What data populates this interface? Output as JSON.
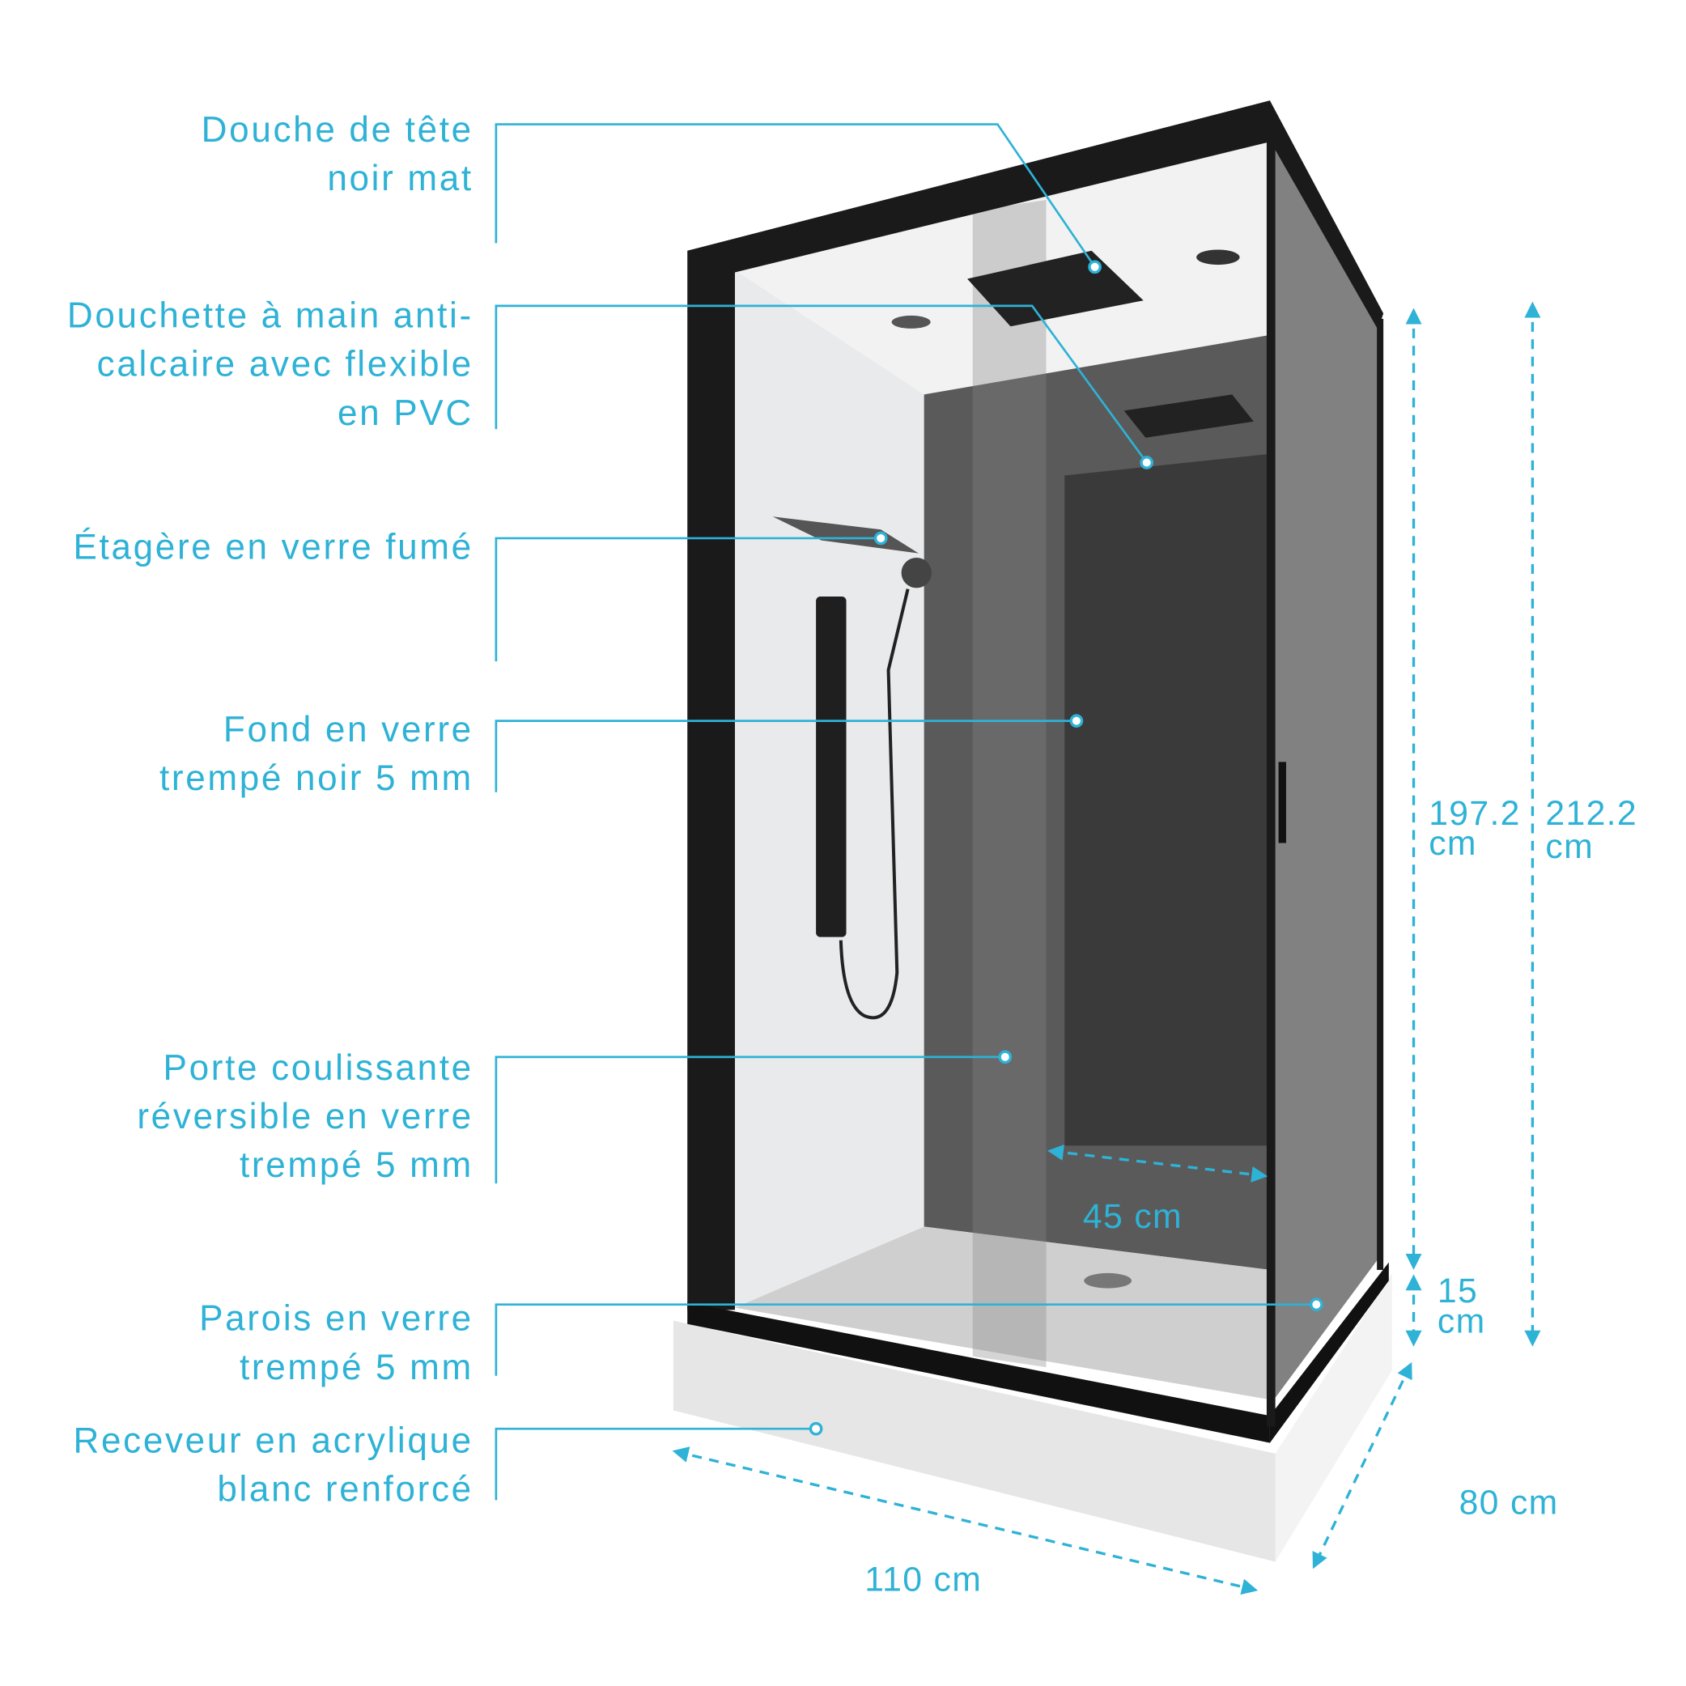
{
  "accent_color": "#2eb2d6",
  "labels": [
    {
      "lines": [
        "Douche de tête",
        "noir mat"
      ]
    },
    {
      "lines": [
        "Douchette à main anti-",
        "calcaire avec flexible",
        "en PVC"
      ]
    },
    {
      "lines": [
        "Étagère en verre fumé"
      ]
    },
    {
      "lines": [
        "Fond en verre",
        "trempé noir 5 mm"
      ]
    },
    {
      "lines": [
        "Porte coulissante",
        "réversible en verre",
        "trempé 5 mm"
      ]
    },
    {
      "lines": [
        "Parois en verre",
        "trempé 5 mm"
      ]
    },
    {
      "lines": [
        "Receveur en acrylique",
        "blanc renforcé"
      ]
    }
  ],
  "dimensions": {
    "height_inner": {
      "value": "197.2",
      "unit": "cm"
    },
    "height_total": {
      "value": "212.2",
      "unit": "cm"
    },
    "tray_height": {
      "value": "15",
      "unit": "cm"
    },
    "width": "110 cm",
    "depth": "80 cm",
    "door_opening": "45 cm"
  }
}
